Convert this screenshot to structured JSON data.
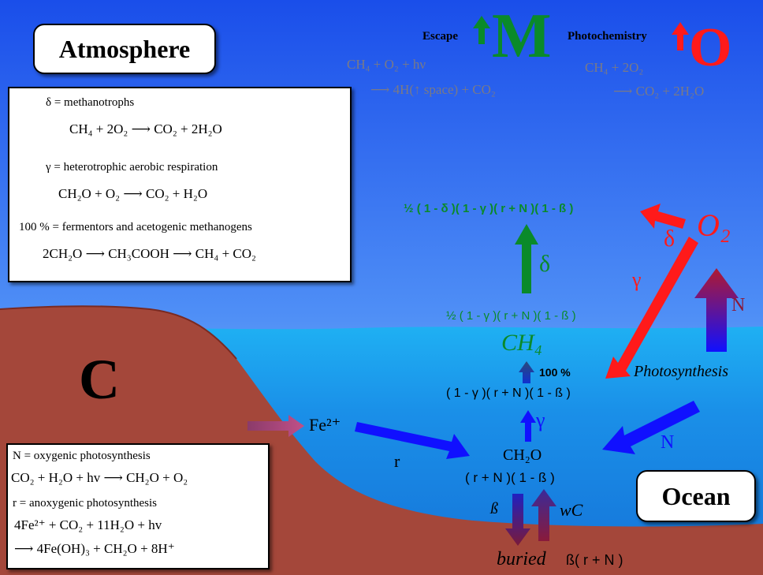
{
  "colors": {
    "sky_top": "#1e55f0",
    "sky_bottom": "#a8cdfa",
    "ocean": "#1f8ff0",
    "land": "#a4473a",
    "green": "#0a8a2a",
    "red": "#ff1a1a",
    "blue": "#1010ff",
    "purple": "#8b1a55"
  },
  "labels": {
    "atmosphere": "Atmosphere",
    "ocean": "Ocean",
    "big_c": "C",
    "big_m": "M",
    "big_o": "O",
    "escape": "Escape",
    "photochemistry": "Photochemistry"
  },
  "escape_eq": {
    "line1": "CH₄ + O₂ + hν",
    "line2": "⟶ 4H(↑ space) + CO₂"
  },
  "photochem_eq": {
    "line1": "CH₄ + 2O₂",
    "line2": "⟶ CO₂ + 2H₂O"
  },
  "top_panel": {
    "delta_def": "δ  = methanotrophs",
    "delta_eq": "CH₄ + 2O₂ ⟶ CO₂ + 2H₂O",
    "gamma_def": "γ  = heterotrophic aerobic respiration",
    "gamma_eq": "CH₂O + O₂  ⟶  CO₂ + H₂O",
    "ferm_def": "100 % =  fermentors and acetogenic methanogens",
    "ferm_eq": "2CH₂O ⟶ CH₃COOH ⟶ CH₄ + CO₂"
  },
  "bottom_panel": {
    "n_def": "N  = oxygenic photosynthesis",
    "n_eq": "CO₂ + H₂O + hv ⟶ CH₂O + O₂",
    "r_def": "r  = anoxygenic photosynthesis",
    "r_eq1": "4Fe²⁺ + CO₂ + 11H₂O + hv",
    "r_eq2": "⟶  4Fe(OH)₃ + CH₂O + 8H⁺"
  },
  "flux": {
    "atm_ch4_frac": "½",
    "atm_ch4": "( 1 - δ )( 1 - γ )( r + N )( 1 - ß )",
    "ocean_ch4_frac": "½",
    "ocean_ch4": "( 1 - γ )( r + N )( 1 - ß )",
    "ch4": "CH₄",
    "hundred": "100 %",
    "ferm_flux": "( 1 - γ )( r + N )( 1 - ß )",
    "ch2o": "CH₂O",
    "ch2o_flux": "( r + N )( 1 - ß )",
    "buried": "buried",
    "buried_flux": "ß( r + N )"
  },
  "arrow_labels": {
    "delta_green": "δ",
    "delta_red": "δ",
    "gamma_red": "γ",
    "gamma_blue": "γ",
    "n_right": "N",
    "n_bottom": "N",
    "r": "r",
    "beta": "ß",
    "wc": "wC",
    "o2": "O₂",
    "fe": "Fe²⁺",
    "photosynthesis": "Photosynthesis"
  }
}
